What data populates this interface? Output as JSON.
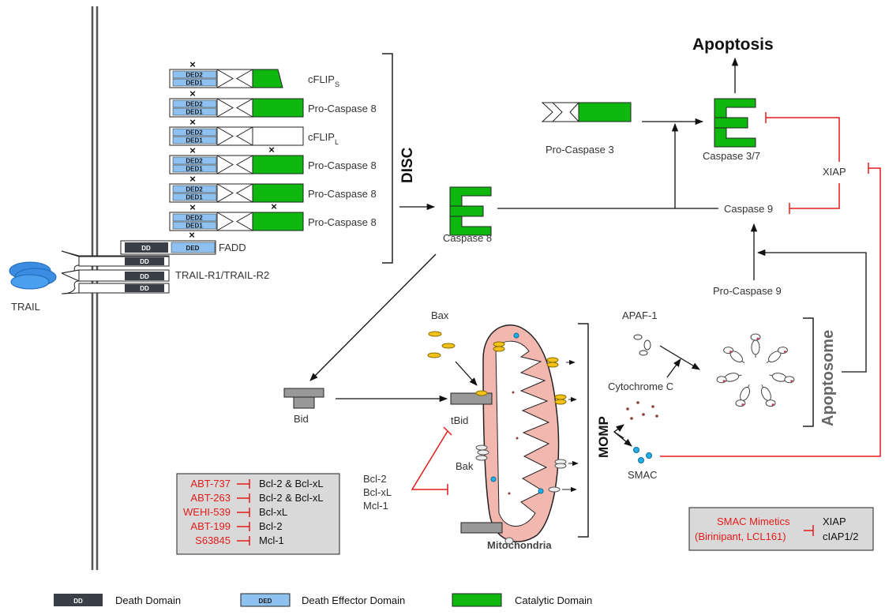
{
  "title": "Apoptosis",
  "ligand": "TRAIL",
  "receptor": "TRAIL-R1/TRAIL-R2",
  "adaptor": "FADD",
  "domains": {
    "dd": "DD",
    "ded": "DED",
    "ded1": "DED1",
    "ded2": "DED2"
  },
  "disc_members": [
    "cFLIP",
    "Pro-Caspase 8",
    "cFLIP",
    "Pro-Caspase 8",
    "Pro-Caspase 8",
    "Pro-Caspase 8"
  ],
  "cflip_s_sub": "S",
  "cflip_l_sub": "L",
  "disc_label": "DISC",
  "caspase8": "Caspase 8",
  "procaspase3": "Pro-Caspase 3",
  "caspase37": "Caspase 3/7",
  "xiap": "XIAP",
  "caspase9": "Caspase 9",
  "procaspase9": "Pro-Caspase 9",
  "apaf1": "APAF-1",
  "cytochrome_c": "Cytochrome C",
  "apoptosome": "Apoptosome",
  "bid": "Bid",
  "tbid": "tBid",
  "bax": "Bax",
  "bak": "Bak",
  "antiapoptotic": [
    "Bcl-2",
    "Bcl-xL",
    "Mcl-1"
  ],
  "momp": "MOMP",
  "smac": "SMAC",
  "mitochondria": "Mitochondria",
  "bh3_mimetics": [
    {
      "drug": "ABT-737",
      "target": "Bcl-2 & Bcl-xL"
    },
    {
      "drug": "ABT-263",
      "target": "Bcl-2 & Bcl-xL"
    },
    {
      "drug": "WEHI-539",
      "target": "Bcl-xL"
    },
    {
      "drug": "ABT-199",
      "target": "Bcl-2"
    },
    {
      "drug": "S63845",
      "target": "Mcl-1"
    }
  ],
  "smac_box": {
    "drug_line1": "SMAC Mimetics",
    "drug_line2": "(Birinipant, LCL161)",
    "target1": "XIAP",
    "target2": "cIAP1/2"
  },
  "legend": [
    "Death Domain",
    "Death Effector Domain",
    "Catalytic Domain"
  ],
  "colors": {
    "dd": "#3a3f47",
    "ded": "#8ec1f0",
    "catalytic": "#0fb80f",
    "inhibitor": "#e31b1b",
    "mito_fill": "#f2b8b0",
    "bax": "#f2c21a",
    "smac": "#22aee6",
    "box_bg": "#d9d9d9"
  }
}
